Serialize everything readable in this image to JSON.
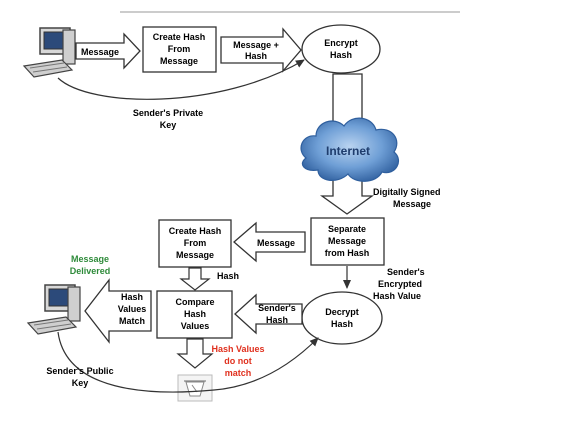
{
  "nodes": {
    "create_hash_top": [
      "Create Hash",
      "From",
      "Message"
    ],
    "encrypt_hash": [
      "Encrypt",
      "Hash"
    ],
    "create_hash_bottom": [
      "Create Hash",
      "From",
      "Message"
    ],
    "separate_message": [
      "Separate",
      "Message",
      "from Hash"
    ],
    "compare_hash": [
      "Compare",
      "Hash",
      "Values"
    ],
    "decrypt_hash": [
      "Decrypt",
      "Hash"
    ]
  },
  "arrows": {
    "message_top": [
      "Message"
    ],
    "message_plus_hash": [
      "Message +",
      "Hash"
    ],
    "message_bottom": [
      "Message"
    ],
    "hash": [
      "Hash"
    ],
    "senders_hash": [
      "Sender's",
      "Hash"
    ],
    "hash_values_match": [
      "Hash",
      "Values",
      "Match"
    ]
  },
  "labels": {
    "senders_private_key": [
      "Sender's Private",
      "Key"
    ],
    "internet": [
      "Internet"
    ],
    "digitally_signed": [
      "Digitally Signed",
      "Message"
    ],
    "senders_encrypted_hash": [
      "Sender's",
      "Encrypted",
      "Hash Value"
    ],
    "message_delivered": [
      "Message",
      "Delivered"
    ],
    "hash_values_do_not_match": [
      "Hash Values",
      "do not",
      "match"
    ],
    "senders_public_key": [
      "Sender's Public",
      "Key"
    ]
  },
  "icons": {
    "sender_computer": "desktop-computer-icon",
    "receiver_computer": "desktop-computer-icon",
    "cloud": "internet-cloud-icon",
    "trash": "trash-bin-icon"
  },
  "colors": {
    "delivered": "#2e8b3a",
    "not_match": "#e0301e",
    "cloud": "#4f86c6",
    "line": "#333333"
  }
}
